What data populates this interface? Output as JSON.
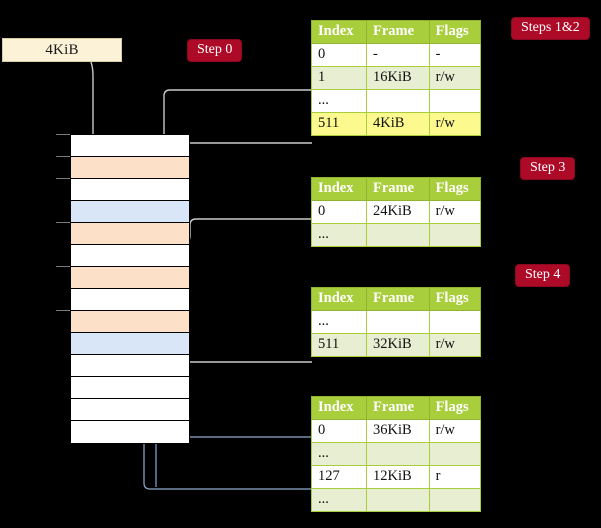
{
  "labels": {
    "size_box": "4KiB",
    "step0": "Step 0",
    "steps12": "Steps 1&2",
    "step3": "Step 3",
    "step4": "Step 4"
  },
  "colors": {
    "header_green": "#a9ce3c",
    "row_alt_green": "#e7eed2",
    "highlight_yellow": "#fcf98f",
    "pill_red": "#ad0a27",
    "mem_peach": "#fde0c8",
    "mem_blue": "#d9e6f7",
    "size_box_bg": "#fcf2d8",
    "background": "#000000"
  },
  "columns": [
    "Index",
    "Frame",
    "Flags"
  ],
  "tables": [
    {
      "name": "pml4-table",
      "rows": [
        {
          "index": "0",
          "frame": "-",
          "flags": "-",
          "style": "plain"
        },
        {
          "index": "1",
          "frame": "16KiB",
          "flags": "r/w",
          "style": "alt"
        },
        {
          "index": "...",
          "frame": "",
          "flags": "",
          "style": "plain"
        },
        {
          "index": "511",
          "frame": "4KiB",
          "flags": "r/w",
          "style": "highlight"
        }
      ]
    },
    {
      "name": "pdpt-table",
      "rows": [
        {
          "index": "0",
          "frame": "24KiB",
          "flags": "r/w",
          "style": "plain"
        },
        {
          "index": "...",
          "frame": "",
          "flags": "",
          "style": "alt"
        }
      ]
    },
    {
      "name": "pd-table",
      "rows": [
        {
          "index": "...",
          "frame": "",
          "flags": "",
          "style": "plain"
        },
        {
          "index": "511",
          "frame": "32KiB",
          "flags": "r/w",
          "style": "alt"
        }
      ]
    },
    {
      "name": "pt-table",
      "rows": [
        {
          "index": "0",
          "frame": "36KiB",
          "flags": "r/w",
          "style": "plain"
        },
        {
          "index": "...",
          "frame": "",
          "flags": "",
          "style": "alt"
        },
        {
          "index": "127",
          "frame": "12KiB",
          "flags": "r",
          "style": "plain"
        },
        {
          "index": "...",
          "frame": "",
          "flags": "",
          "style": "alt"
        }
      ]
    }
  ],
  "memory_rows": [
    {
      "fill": "white"
    },
    {
      "fill": "peach"
    },
    {
      "fill": "white"
    },
    {
      "fill": "blue"
    },
    {
      "fill": "peach"
    },
    {
      "fill": "white"
    },
    {
      "fill": "peach"
    },
    {
      "fill": "white"
    },
    {
      "fill": "peach"
    },
    {
      "fill": "blue"
    },
    {
      "fill": "white"
    },
    {
      "fill": "white"
    },
    {
      "fill": "white"
    },
    {
      "fill": "white"
    }
  ]
}
